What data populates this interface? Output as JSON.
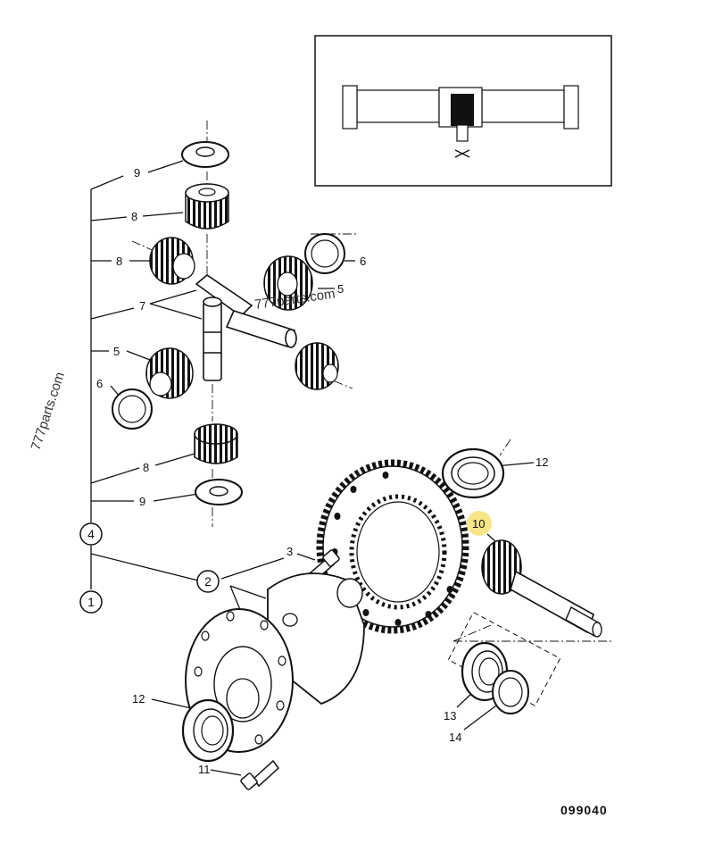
{
  "watermark": {
    "side_text": "777parts.com",
    "center_text": "777parts.com"
  },
  "drawing_code": "099040",
  "highlight_color": "#f6e27a",
  "callouts": {
    "n9a": "9",
    "n8a": "8",
    "n8b": "8",
    "n7": "7",
    "n5a": "5",
    "n6a": "6",
    "n8c": "8",
    "n9b": "9",
    "n6b": "6",
    "n5b": "5",
    "n12a": "12",
    "n10": "10",
    "n3": "3",
    "n12b": "12",
    "n11": "11",
    "n13": "13",
    "n14": "14"
  },
  "assembly_circles": {
    "c4": "4",
    "c2": "2",
    "c1": "1"
  }
}
